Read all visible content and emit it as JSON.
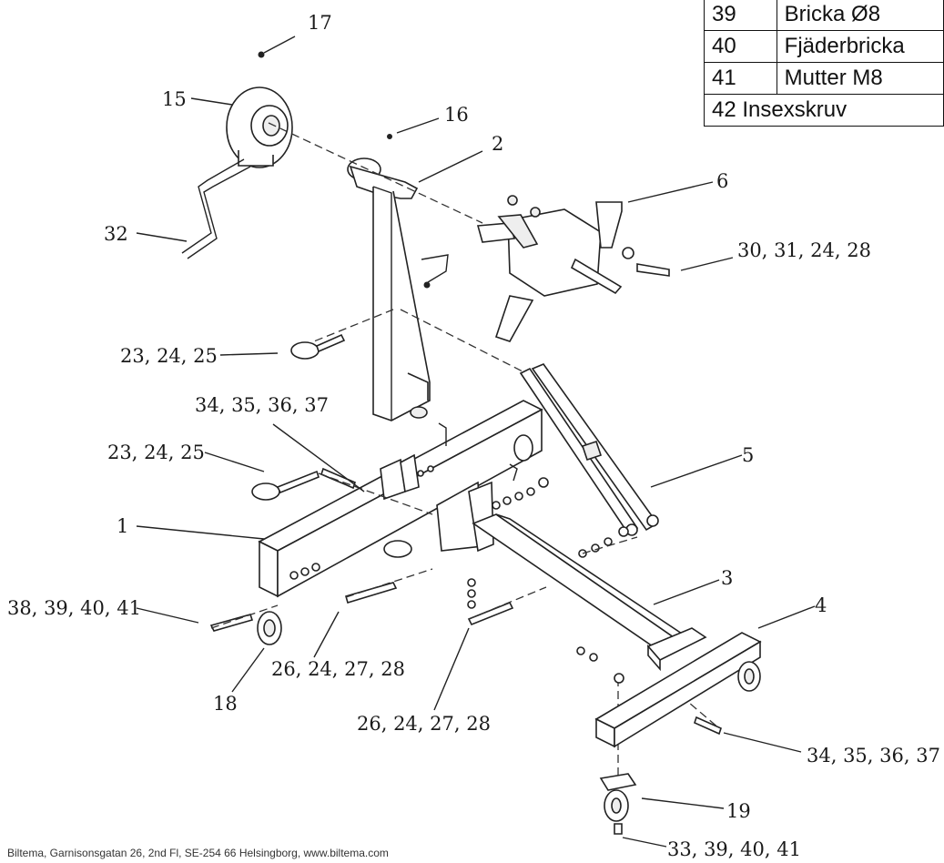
{
  "parts_table": [
    {
      "no": "39",
      "name": "Bricka Ø8"
    },
    {
      "no": "40",
      "name": "Fjäderbricka"
    },
    {
      "no": "41",
      "name": "Mutter M8"
    },
    {
      "no": "42",
      "name": "Insexskruv",
      "merged": true,
      "text": "42 Insexskruv"
    }
  ],
  "callouts": {
    "c17": "17",
    "c15": "15",
    "c16": "16",
    "c2": "2",
    "c6": "6",
    "c32": "32",
    "c30": "30, 31, 24, 28",
    "c23a": "23, 24, 25",
    "c34a": "34, 35, 36, 37",
    "c23b": "23, 24, 25",
    "c5": "5",
    "c1": "1",
    "c3": "3",
    "c38": "38, 39, 40, 41",
    "c4": "4",
    "c26a": "26, 24, 27, 28",
    "c18": "18",
    "c26b": "26, 24, 27, 28",
    "c34b": "34, 35, 36, 37",
    "c19": "19",
    "c33": "33, 39, 40, 41"
  },
  "footer": "Biltema, Garnisonsgatan 26, 2nd Fl, SE-254 66 Helsingborg, www.biltema.com"
}
